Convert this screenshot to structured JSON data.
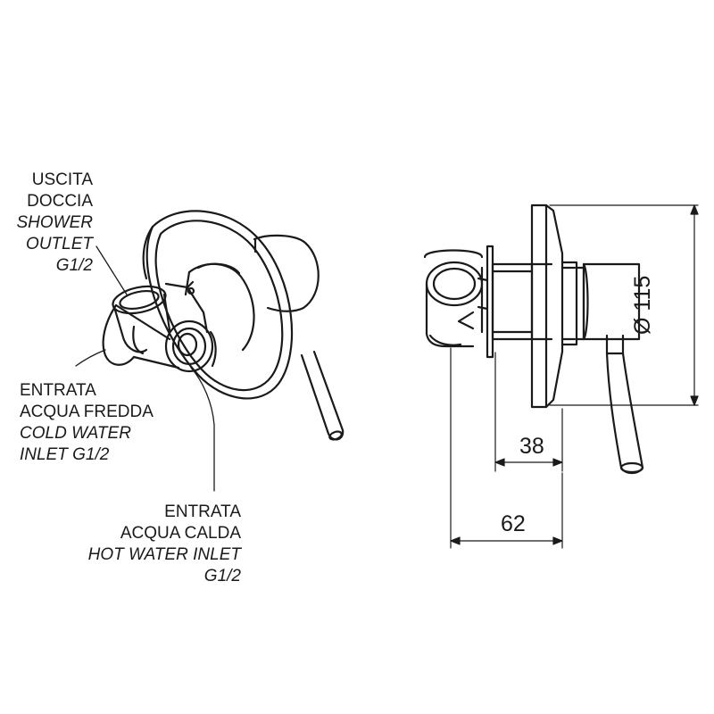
{
  "labels": {
    "outlet": {
      "it_line1": "USCITA",
      "it_line2": "DOCCIA",
      "en_line1": "SHOWER",
      "en_line2": "OUTLET",
      "thread": "G1/2"
    },
    "cold": {
      "it_line1": "ENTRATA",
      "it_line2": "ACQUA FREDDA",
      "en_line1": "COLD WATER",
      "en_line2": "INLET G1/2"
    },
    "hot": {
      "it_line1": "ENTRATA",
      "it_line2": "ACQUA CALDA",
      "en_line1": "HOT WATER INLET",
      "thread": "G1/2"
    }
  },
  "dimensions": {
    "depth_body": "38",
    "depth_total": "62",
    "plate_diameter": "Ø 115"
  },
  "colors": {
    "line": "#1a1a1a",
    "background": "#ffffff"
  }
}
